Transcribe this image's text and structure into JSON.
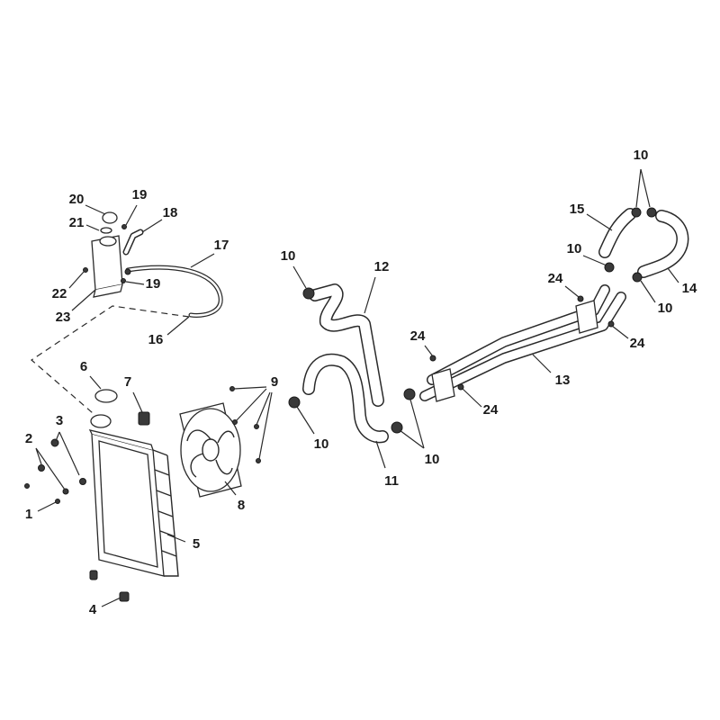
{
  "diagram": {
    "type": "exploded-parts-diagram",
    "callouts": [
      "20",
      "19",
      "21",
      "18",
      "17",
      "22",
      "19",
      "23",
      "16",
      "6",
      "7",
      "3",
      "2",
      "1",
      "4",
      "5",
      "8",
      "9",
      "10",
      "12",
      "10",
      "11",
      "24",
      "13",
      "24",
      "10",
      "24",
      "24",
      "10",
      "15",
      "10",
      "14",
      "10"
    ]
  }
}
